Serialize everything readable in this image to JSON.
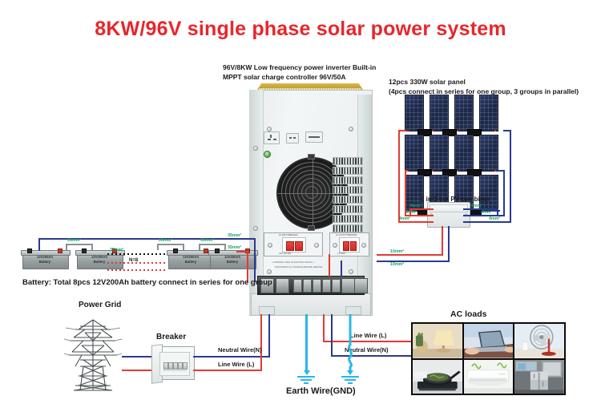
{
  "title": "8KW/96V single  phase solar power system",
  "inverter": {
    "label_line1": "96V/8KW Low frequency power inverter Built-in",
    "label_line2": "MPPT solar charge controller 96V/50A"
  },
  "solar": {
    "label_line1": "12pcs 330W solar panel",
    "label_line2": "(4pcs connect in series for one group, 3 groups in parallel)",
    "combiner_label": "3 in 1 out PV combiner",
    "panel_count": 12,
    "rows": 3,
    "cols": 4,
    "combiner_wire_labels": [
      "4mm²",
      "4mm²",
      "4mm²",
      "4mm²",
      "4mm²",
      "4mm²"
    ]
  },
  "battery": {
    "cell_line1": "12V200Ah",
    "cell_line2": "Battery",
    "count_visible": 4,
    "series_marker": "N=8",
    "caption": "Battery:  Total 8pcs 12V200Ah battery connect in series for one group",
    "wire_labels": [
      "35mm²",
      "35mm²",
      "35mm²",
      "35mm²",
      "35mm²",
      "35mm²"
    ]
  },
  "pv_to_inverter_wire_labels": [
    "10mm²",
    "10mm²"
  ],
  "grid": {
    "tower_label": "Power Grid",
    "breaker_label": "Breaker",
    "neutral_label": "Neutral Wire(N)",
    "line_label": "Line Wire  (L)"
  },
  "output": {
    "line_label": "Line Wire  (L)",
    "neutral_label": "Neutral Wire(N)",
    "earth_label": "Earth Wire(GND)"
  },
  "ac_loads": {
    "title": "AC loads",
    "items": [
      {
        "name": "table-lamp"
      },
      {
        "name": "laptop"
      },
      {
        "name": "electric-fan"
      },
      {
        "name": "induction-cooker"
      },
      {
        "name": "air-conditioner"
      },
      {
        "name": "refrigerator"
      }
    ]
  },
  "colors": {
    "title_red": "#e8262b",
    "positive_wire": "#e23a35",
    "negative_wire": "#2b3a8f",
    "earth_wire": "#29b6e8",
    "wire_label_green": "#12a05a"
  }
}
